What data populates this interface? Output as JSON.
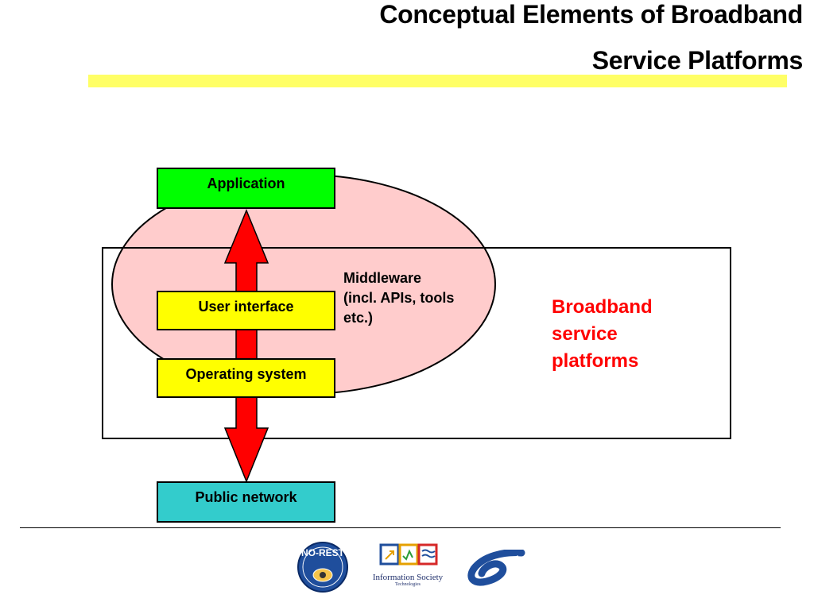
{
  "title": {
    "line1": "Conceptual Elements of Broadband",
    "line2": "Service Platforms"
  },
  "diagram": {
    "application": "Application",
    "user_interface": "User interface",
    "operating_system": "Operating system",
    "public_network": "Public network",
    "middleware": [
      "Middleware",
      "(incl. APIs, tools",
      "etc.)"
    ],
    "platforms_label": [
      "Broadband",
      "service",
      "platforms"
    ]
  },
  "logos": {
    "norest": "NO-REST",
    "ist": "Information Society",
    "ist_sub": "Technologies"
  },
  "colors": {
    "title_bar": "#ffff66",
    "application_box": "#00ff00",
    "layer_box": "#ffff00",
    "network_box": "#33cccc",
    "ellipse": "#ffcccc",
    "arrow": "#ff0000",
    "platforms_text": "#ff0000"
  },
  "icons": [
    "norest-logo-icon",
    "ist-logo-icon",
    "fp6-logo-icon"
  ]
}
